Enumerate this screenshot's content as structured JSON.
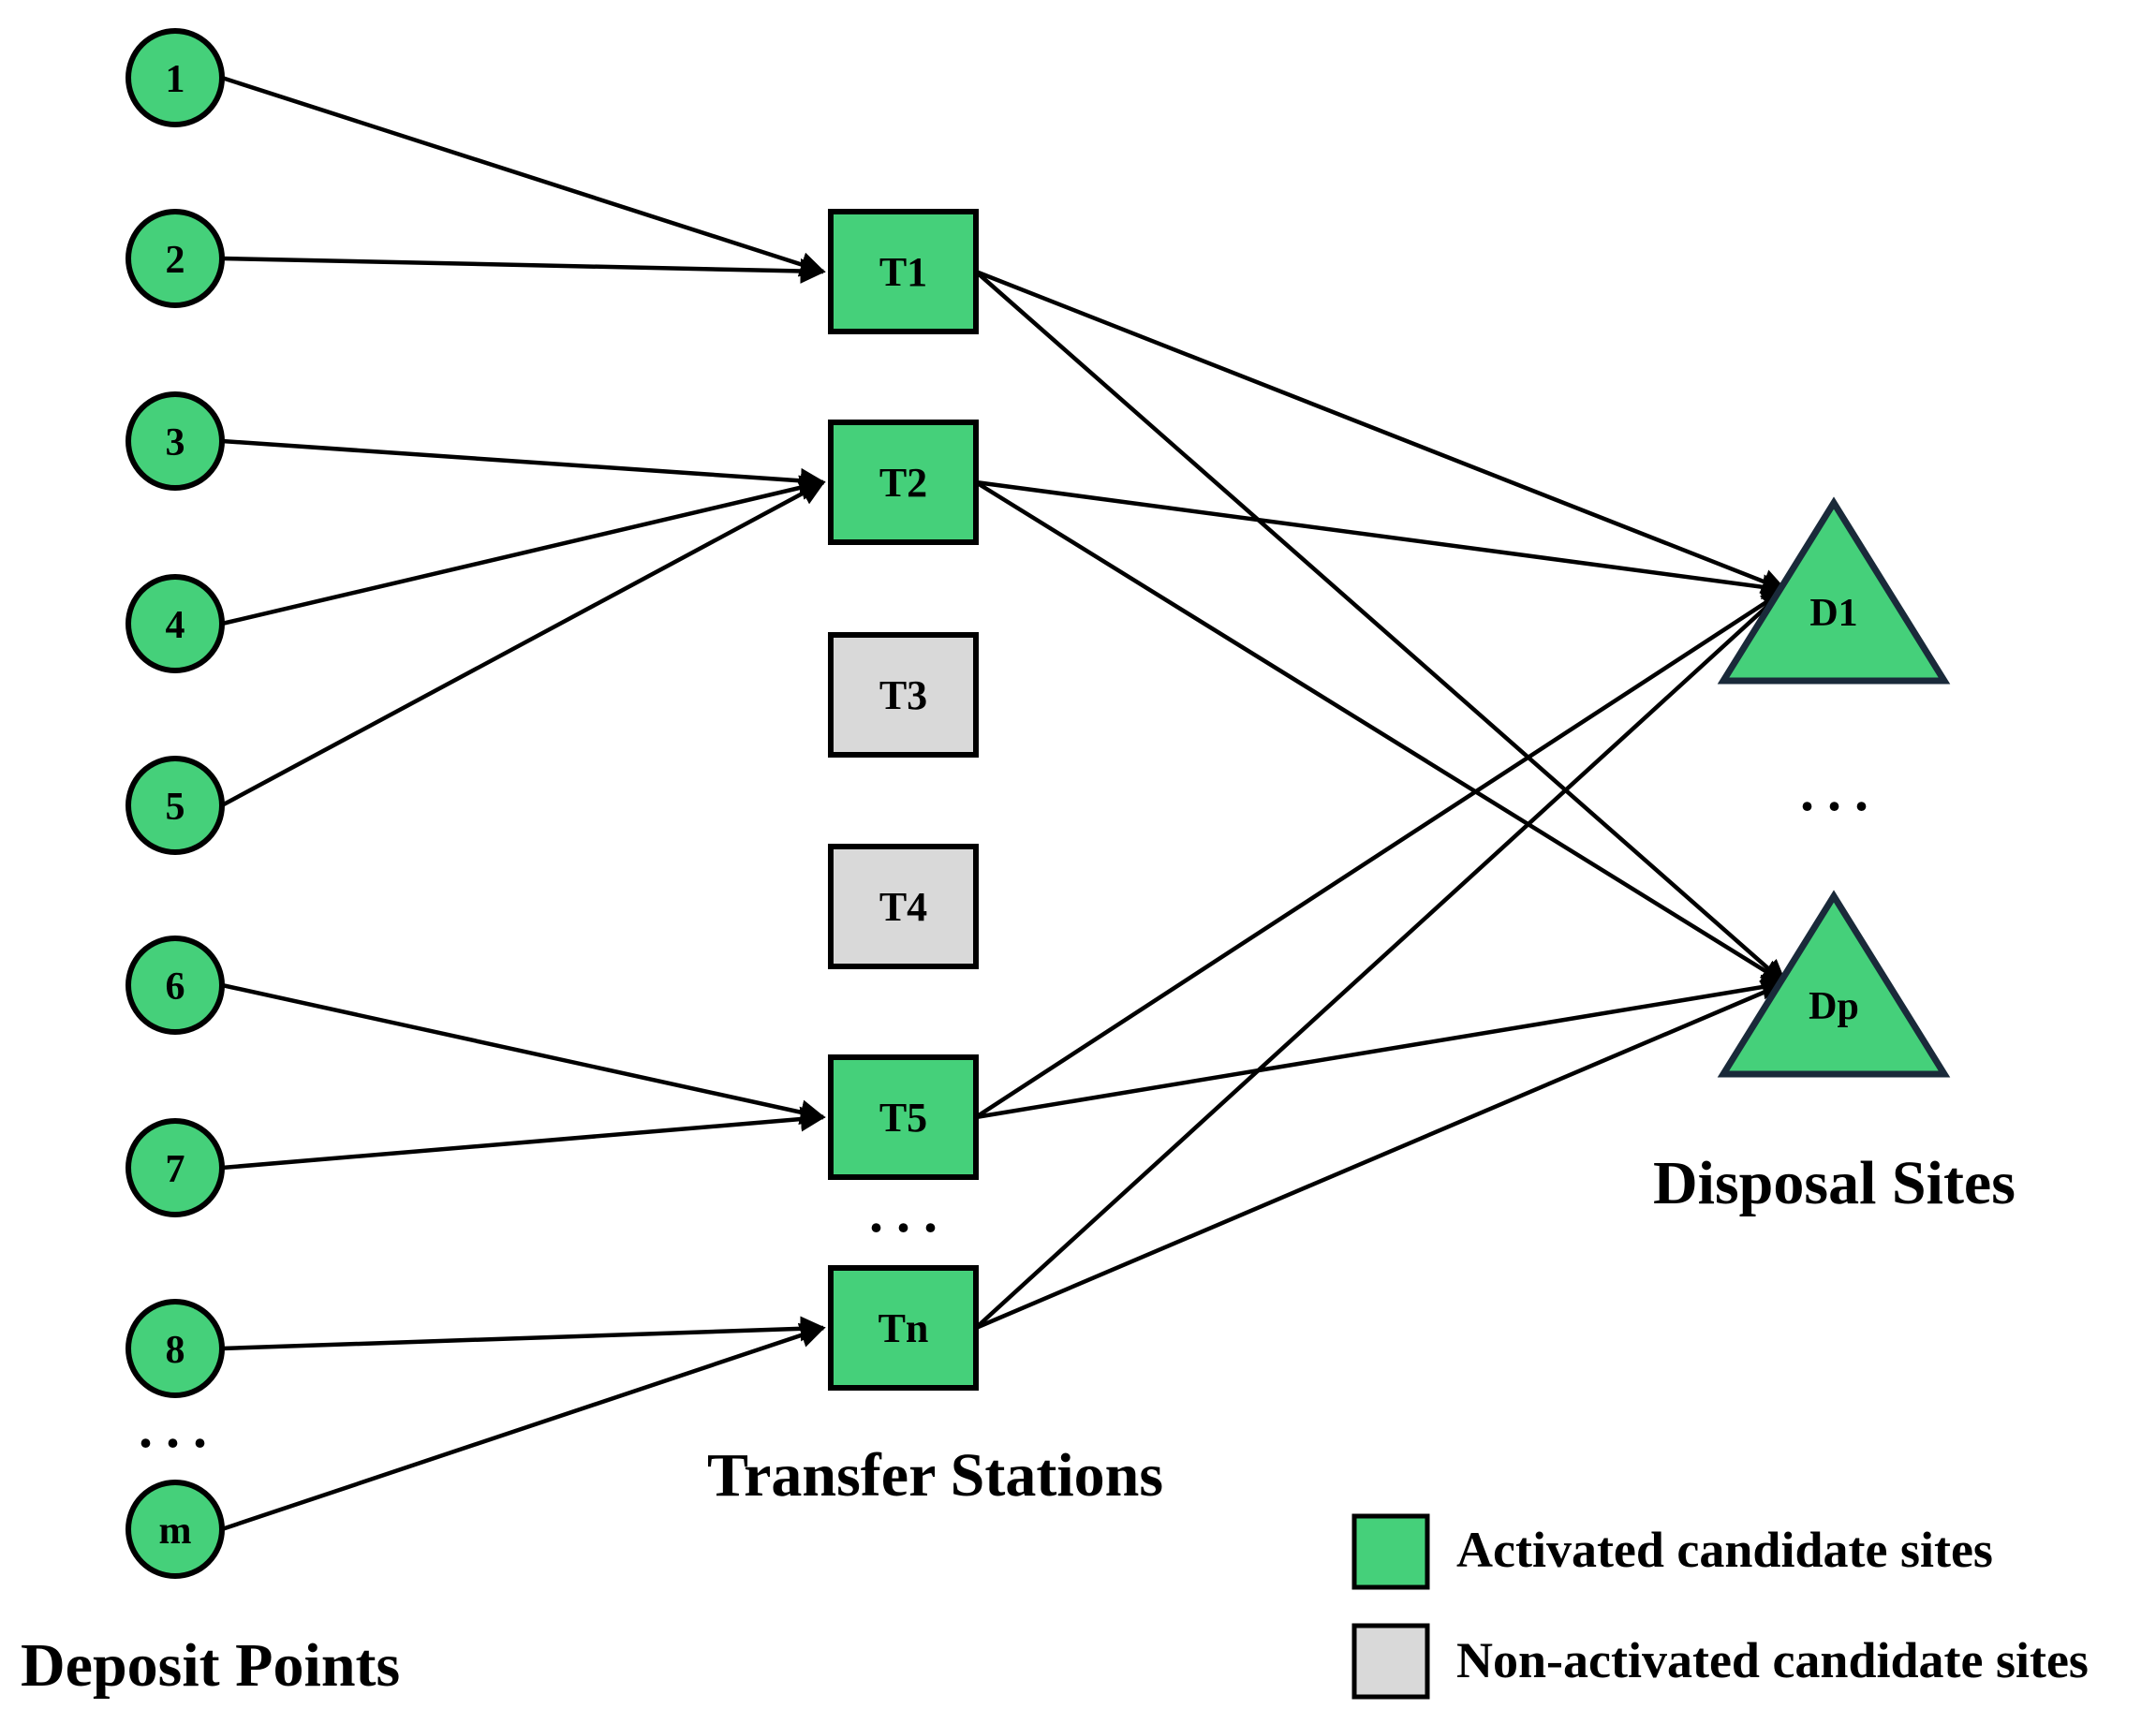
{
  "colors": {
    "activated": "#45d07a",
    "non_activated": "#d9d9d9",
    "outline": "#000000",
    "triangle_outline": "#1a2a3a"
  },
  "deposit_points": {
    "title": "Deposit Points",
    "nodes": [
      "1",
      "2",
      "3",
      "4",
      "5",
      "6",
      "7",
      "8",
      "m"
    ],
    "ellipsis": "..."
  },
  "transfer_stations": {
    "title": "Transfer Stations",
    "nodes": [
      {
        "label": "T1",
        "activated": true
      },
      {
        "label": "T2",
        "activated": true
      },
      {
        "label": "T3",
        "activated": false
      },
      {
        "label": "T4",
        "activated": false
      },
      {
        "label": "T5",
        "activated": true
      },
      {
        "label": "Tn",
        "activated": true
      }
    ],
    "ellipsis": "..."
  },
  "disposal_sites": {
    "title": "Disposal Sites",
    "nodes": [
      "D1",
      "Dp"
    ],
    "ellipsis": "..."
  },
  "edges": [
    {
      "from": "1",
      "to": "T1"
    },
    {
      "from": "2",
      "to": "T1"
    },
    {
      "from": "3",
      "to": "T2"
    },
    {
      "from": "4",
      "to": "T2"
    },
    {
      "from": "5",
      "to": "T2"
    },
    {
      "from": "6",
      "to": "T5"
    },
    {
      "from": "7",
      "to": "T5"
    },
    {
      "from": "8",
      "to": "Tn"
    },
    {
      "from": "m",
      "to": "Tn"
    },
    {
      "from": "T1",
      "to": "D1"
    },
    {
      "from": "T1",
      "to": "Dp"
    },
    {
      "from": "T2",
      "to": "D1"
    },
    {
      "from": "T2",
      "to": "Dp"
    },
    {
      "from": "T5",
      "to": "D1"
    },
    {
      "from": "T5",
      "to": "Dp"
    },
    {
      "from": "Tn",
      "to": "D1"
    },
    {
      "from": "Tn",
      "to": "Dp"
    }
  ],
  "legend": {
    "activated_label": "Activated candidate sites",
    "non_activated_label": "Non-activated candidate sites"
  }
}
